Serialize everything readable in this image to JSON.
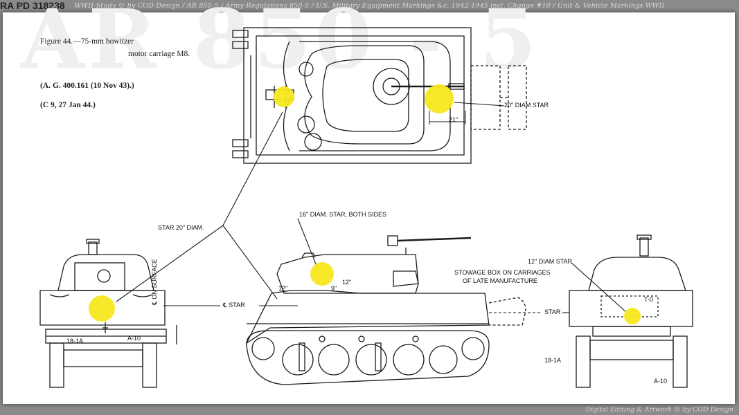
{
  "banner": {
    "text": "WWII-Study © by COD Design / AR 850-5 / Army Regulations 850-5 / U.S. Military Equipment Markings &c. 1942-1945 incl. Change #10 / Unit & Vehicle Markings WWII",
    "credit": "Digital Editing & Artwork © by COD Design"
  },
  "watermark": {
    "text": "AR 850 - 5"
  },
  "figure": {
    "line1": "Figure 44.—75-mm howitzer",
    "line2": "motor carriage M8.",
    "ref_ag": "(A. G. 400.161 (10 Nov 43).)",
    "ref_c": "(C 9, 27 Jan 44.)",
    "ra_pd": "RA PD 318238"
  },
  "labels": {
    "top_star": "20\" DIAM STAR",
    "top_dim": "21\"",
    "star_20": "STAR 20\" DIAM.",
    "star_16": "16\" DIAM. STAR, BOTH SIDES",
    "stowage1": "STOWAGE BOX ON CARRIAGES",
    "stowage2": "OF LATE MANUFACTURE",
    "star_12": "12\" DIAM STAR",
    "c_star": "℄ STAR",
    "star_rear": "STAR",
    "dim_12a": "12\"",
    "dim_12b": "12\"",
    "dim_9": "9\"",
    "on_surface": "℄ ON SURFACE",
    "front_a10": "A-10",
    "front_18": "18-1A",
    "rear_18": "18-1A",
    "rear_a10": "A-10",
    "rear_t": "T-0"
  },
  "colors": {
    "star_marker": "#f7e81f",
    "line": "#1a1a1a",
    "sheet": "#ffffff",
    "frame": "#8a8a8a"
  }
}
